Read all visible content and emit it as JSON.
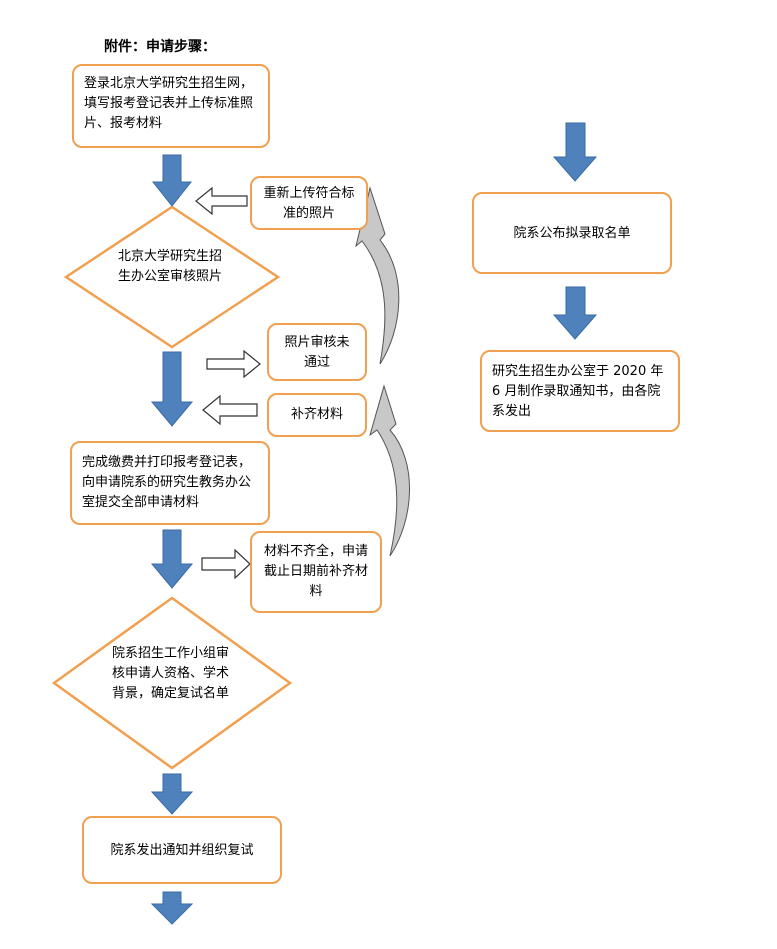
{
  "title": "附件：申请步骤：",
  "steps": {
    "login": "登录北京大学研究生招生网，填写报考登记表并上传标准照片、报考材料",
    "review_photo": "北京大学研究生招生办公室审核照片",
    "reupload": "重新上传符合标准的照片",
    "photo_fail": "照片审核未通过",
    "supplement": "补齐材料",
    "pay_submit": "完成缴费并打印报考登记表，向申请院系的研究生教务办公室提交全部申请材料",
    "incomplete": "材料不齐全，申请截止日期前补齐材料",
    "dept_review": "院系招生工作小组审核申请人资格、学术背景，确定复试名单",
    "interview": "院系发出通知并组织复试",
    "publish": "院系公布拟录取名单",
    "notice": "研究生招生办公室于 2020 年 6 月制作录取通知书，由各院系发出"
  },
  "colors": {
    "box_border": "#F0A050",
    "arrow_fill": "#4F81BD",
    "arrow_stroke": "#3A6BA5",
    "curve_fill": "#C8C8C8"
  }
}
